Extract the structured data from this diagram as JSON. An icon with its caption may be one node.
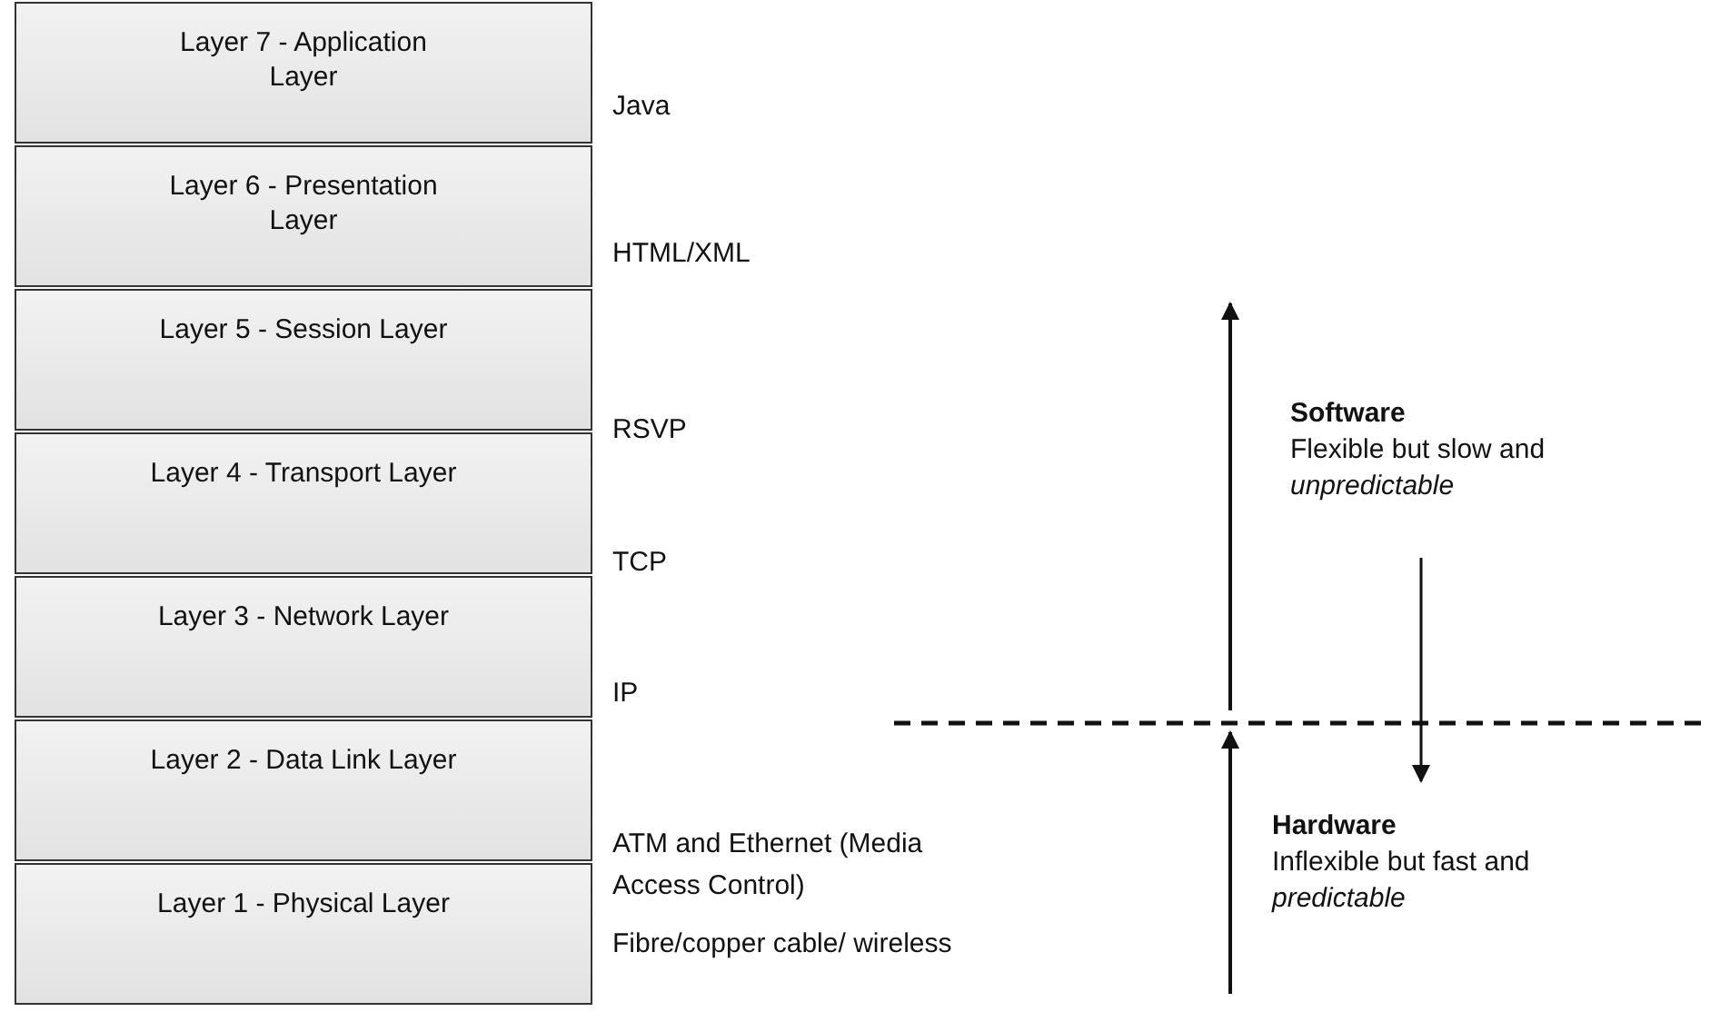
{
  "diagram": {
    "nodes": [
      {
        "text": [
          "Layer 7 - Application Layer"
        ],
        "beside": [
          "Java"
        ]
      },
      {
        "text": [
          "Layer 6 - Presentation Layer"
        ],
        "beside": [
          "HTML/XML"
        ]
      },
      {
        "text": [
          "Layer 5 - Session Layer"
        ],
        "beside": [
          "RSVP"
        ]
      },
      {
        "text": [
          "Layer 4 - Transport Layer"
        ],
        "beside": [
          "TCP"
        ]
      },
      {
        "text": [
          "Layer 3 - Network Layer"
        ],
        "beside": [
          "IP"
        ]
      },
      {
        "text": [
          "Layer 2 - Data Link Layer"
        ],
        "beside": [
          "ATM and Ethernet (Media Access Control)"
        ]
      },
      {
        "text": [
          "Layer 1 - Physical Layer"
        ],
        "beside": [
          "Fibre/copper cable/ wireless"
        ]
      }
    ],
    "labels": [
      "Software",
      "Flexible but slow and *unpredictable*",
      "Hardware",
      "Inflexible but fast and *predictable*"
    ]
  }
}
